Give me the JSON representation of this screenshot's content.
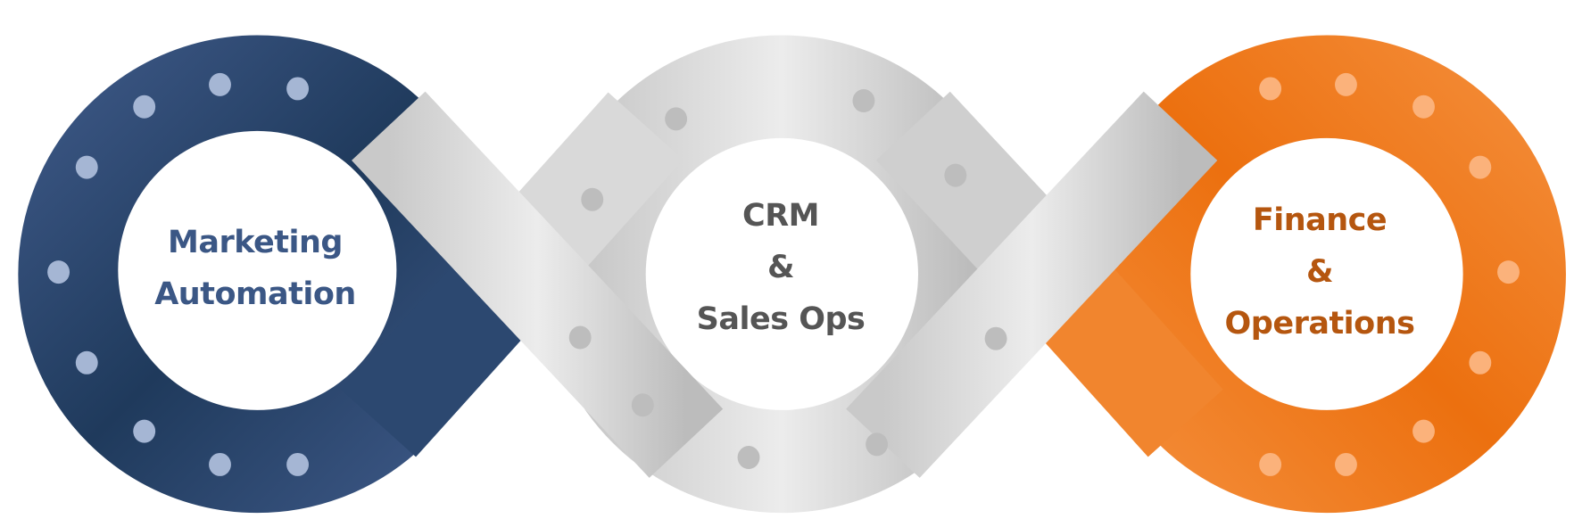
{
  "stages": [
    {
      "id": "marketing",
      "lines": [
        "Marketing",
        "Automation"
      ],
      "color": "#3a5582",
      "text_color": "#3b5785",
      "dot_color": "#a5b6d4"
    },
    {
      "id": "crm",
      "lines": [
        "CRM",
        "&",
        "Sales Ops"
      ],
      "color": "#e4e4e4",
      "text_color": "#555555",
      "dot_color": "#bdbdbd"
    },
    {
      "id": "finance",
      "lines": [
        "Finance",
        "&",
        "Operations"
      ],
      "color": "#f0852f",
      "text_color": "#b5560f",
      "dot_color": "#fbb27b"
    }
  ]
}
